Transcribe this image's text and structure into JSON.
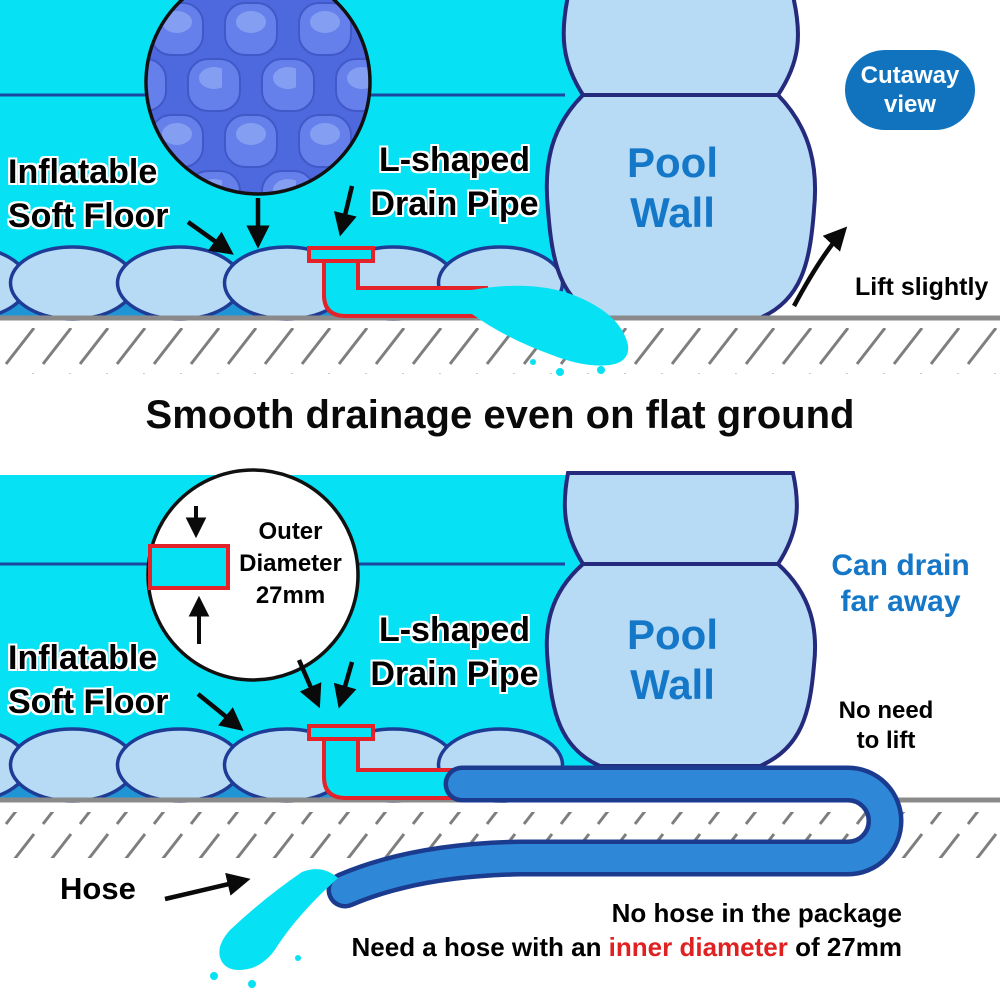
{
  "heading": "Smooth drainage even on flat ground",
  "top_diagram": {
    "badge_label": "Cutaway view",
    "soft_floor_label": "Inflatable Soft Floor",
    "drain_pipe_label": "L-shaped Drain Pipe",
    "pool_wall_label": "Pool Wall",
    "lift_label": "Lift slightly"
  },
  "bottom_diagram": {
    "soft_floor_label": "Inflatable Soft Floor",
    "drain_pipe_label": "L-shaped Drain Pipe",
    "pool_wall_label": "Pool Wall",
    "diameter_callout": "Outer Diameter 27mm",
    "can_drain_label": "Can drain far away",
    "no_need_label": "No need to lift",
    "hose_label": "Hose",
    "note_line1": "No hose in the package",
    "note_line2_part1": "Need a hose with an ",
    "note_line2_highlight": "inner diameter",
    "note_line2_part2": " of 27mm"
  },
  "colors": {
    "water_cyan": "#06E2F4",
    "floor_light_blue": "#B7DAF5",
    "floor_dark_blue": "#2095D5",
    "floor_outline_navy": "#1E3C96",
    "wall_outline_navy": "#252A7D",
    "pipe_red": "#E32229",
    "hose_blue": "#2F87D7",
    "hose_outline": "#1B3B8F",
    "badge_blue": "#1173BE",
    "pool_text_blue": "#1577C8",
    "ground_gray": "#8A8A8A"
  }
}
